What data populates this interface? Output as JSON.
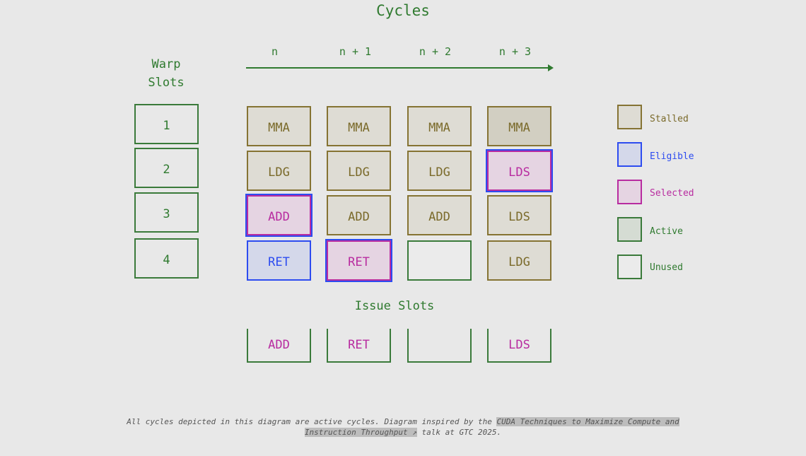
{
  "title": "Cycles",
  "warp_label": "Warp Slots",
  "cycles": [
    "n",
    "n + 1",
    "n + 2",
    "n + 3"
  ],
  "warps": [
    "1",
    "2",
    "3",
    "4"
  ],
  "grid": [
    [
      {
        "text": "MMA",
        "state": "stalled"
      },
      {
        "text": "MMA",
        "state": "stalled"
      },
      {
        "text": "MMA",
        "state": "stalled"
      },
      {
        "text": "MMA",
        "state": "stalled2"
      }
    ],
    [
      {
        "text": "LDG",
        "state": "stalled"
      },
      {
        "text": "LDG",
        "state": "stalled"
      },
      {
        "text": "LDG",
        "state": "stalled"
      },
      {
        "text": "LDS",
        "state": "selected"
      }
    ],
    [
      {
        "text": "ADD",
        "state": "selected"
      },
      {
        "text": "ADD",
        "state": "stalled"
      },
      {
        "text": "ADD",
        "state": "stalled"
      },
      {
        "text": "LDS",
        "state": "stalled"
      }
    ],
    [
      {
        "text": "RET",
        "state": "eligible"
      },
      {
        "text": "RET",
        "state": "selected"
      },
      {
        "text": "",
        "state": "unused"
      },
      {
        "text": "LDG",
        "state": "stalled"
      }
    ]
  ],
  "issue_label": "Issue Slots",
  "issue": [
    "ADD",
    "RET",
    "",
    "LDS"
  ],
  "legend": [
    {
      "label": "Stalled",
      "color": "#7a6a2a"
    },
    {
      "label": "Eligible",
      "color": "#2d4cf0"
    },
    {
      "label": "Selected",
      "color": "#b82ca0"
    },
    {
      "label": "Active",
      "color": "#2f7a2f"
    },
    {
      "label": "Unused",
      "color": "#2f7a2f"
    }
  ],
  "footer": {
    "pre": "All cycles depicted in this diagram are active cycles. Diagram inspired by the ",
    "link": "CUDA Techniques to Maximize Compute and Instruction Throughput ↗",
    "post": " talk at GTC 2025."
  }
}
